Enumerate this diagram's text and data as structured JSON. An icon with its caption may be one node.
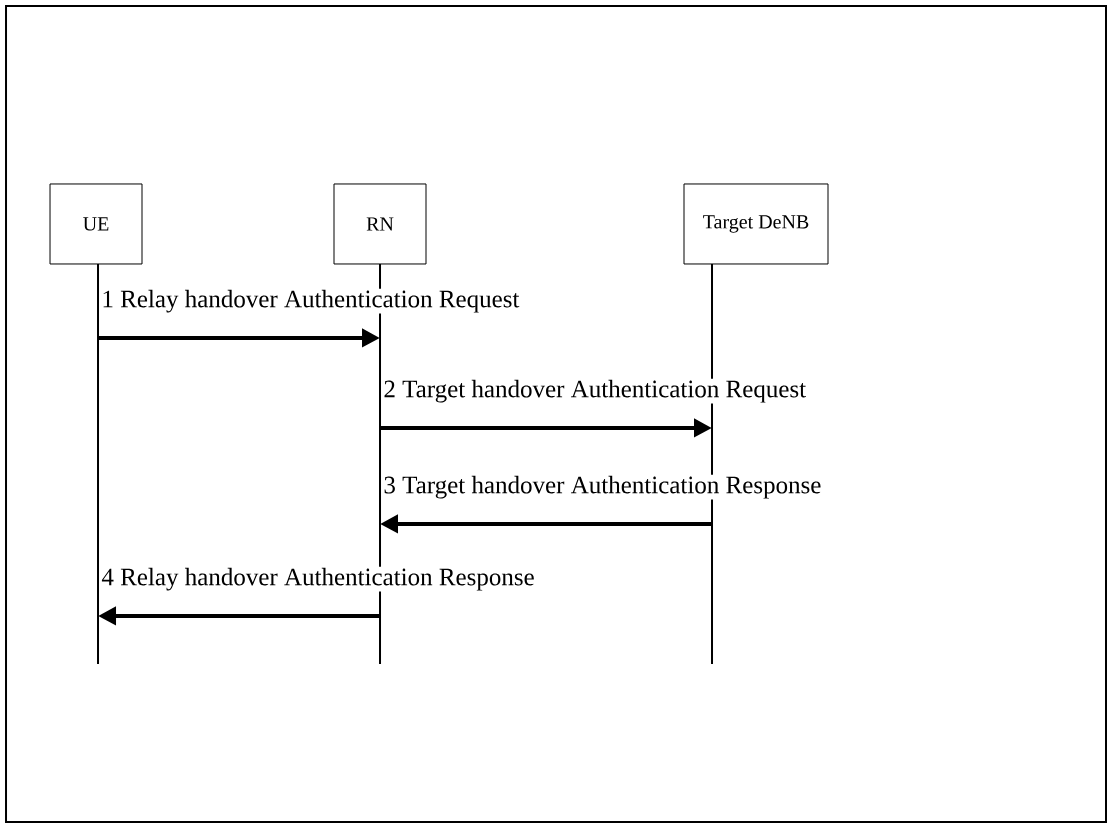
{
  "diagram": {
    "nodes": [
      {
        "text": [
          "UE"
        ]
      },
      {
        "text": [
          "RN"
        ]
      },
      {
        "text": [
          "Target DeNB"
        ]
      }
    ],
    "edges": [
      {
        "from": 0,
        "to": 1,
        "arrow": "to",
        "label": "1 Relay handover Authentication Request"
      },
      {
        "from": 1,
        "to": 2,
        "arrow": "to",
        "label": "2 Target handover Authentication Request"
      },
      {
        "from": 2,
        "to": 1,
        "arrow": "to",
        "label": "3 Target handover Authentication Response"
      },
      {
        "from": 1,
        "to": 0,
        "arrow": "to",
        "label": "4 Relay handover Authentication Response"
      }
    ]
  }
}
